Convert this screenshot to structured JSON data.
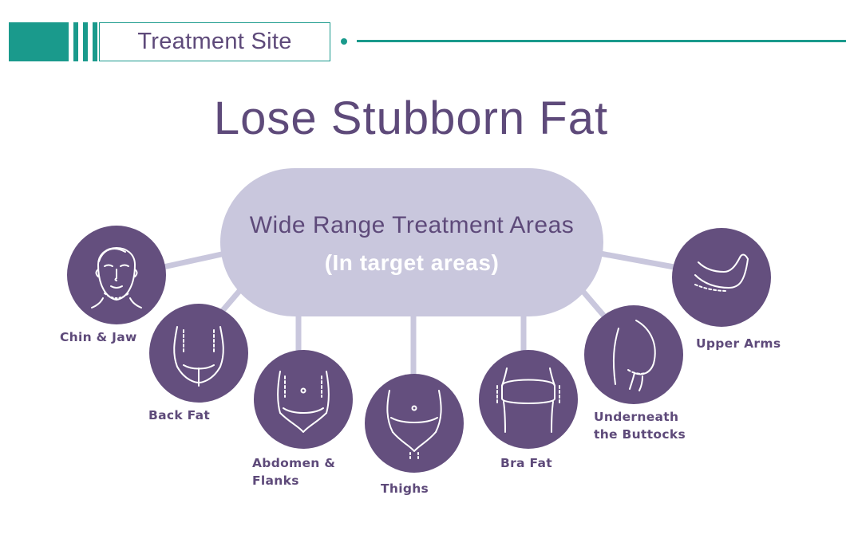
{
  "header": {
    "section_label": "Treatment Site"
  },
  "title": "Lose Stubborn Fat",
  "hub": {
    "title": "Wide Range Treatment Areas",
    "subtitle": "(In target areas)"
  },
  "areas": [
    {
      "id": "chin-jaw",
      "icon": "face-icon",
      "label_lines": [
        "Chin & Jaw"
      ]
    },
    {
      "id": "back-fat",
      "icon": "back-icon",
      "label_lines": [
        "Back Fat"
      ]
    },
    {
      "id": "abdomen-flanks",
      "icon": "abdomen-icon",
      "label_lines": [
        "Abdomen &",
        "Flanks"
      ]
    },
    {
      "id": "thighs",
      "icon": "hips-icon",
      "label_lines": [
        "Thighs"
      ]
    },
    {
      "id": "bra-fat",
      "icon": "torso-icon",
      "label_lines": [
        "Bra Fat"
      ]
    },
    {
      "id": "underneath-buttocks",
      "icon": "buttocks-icon",
      "label_lines": [
        "Underneath",
        "the Buttocks"
      ]
    },
    {
      "id": "upper-arms",
      "icon": "arm-icon",
      "label_lines": [
        "Upper Arms"
      ]
    }
  ],
  "colors": {
    "teal": "#1a9a8c",
    "purple": "#644f7e",
    "pill": "#c9c7dd",
    "connector": "#c9c7dd",
    "text_purple": "#5e4a7a"
  }
}
